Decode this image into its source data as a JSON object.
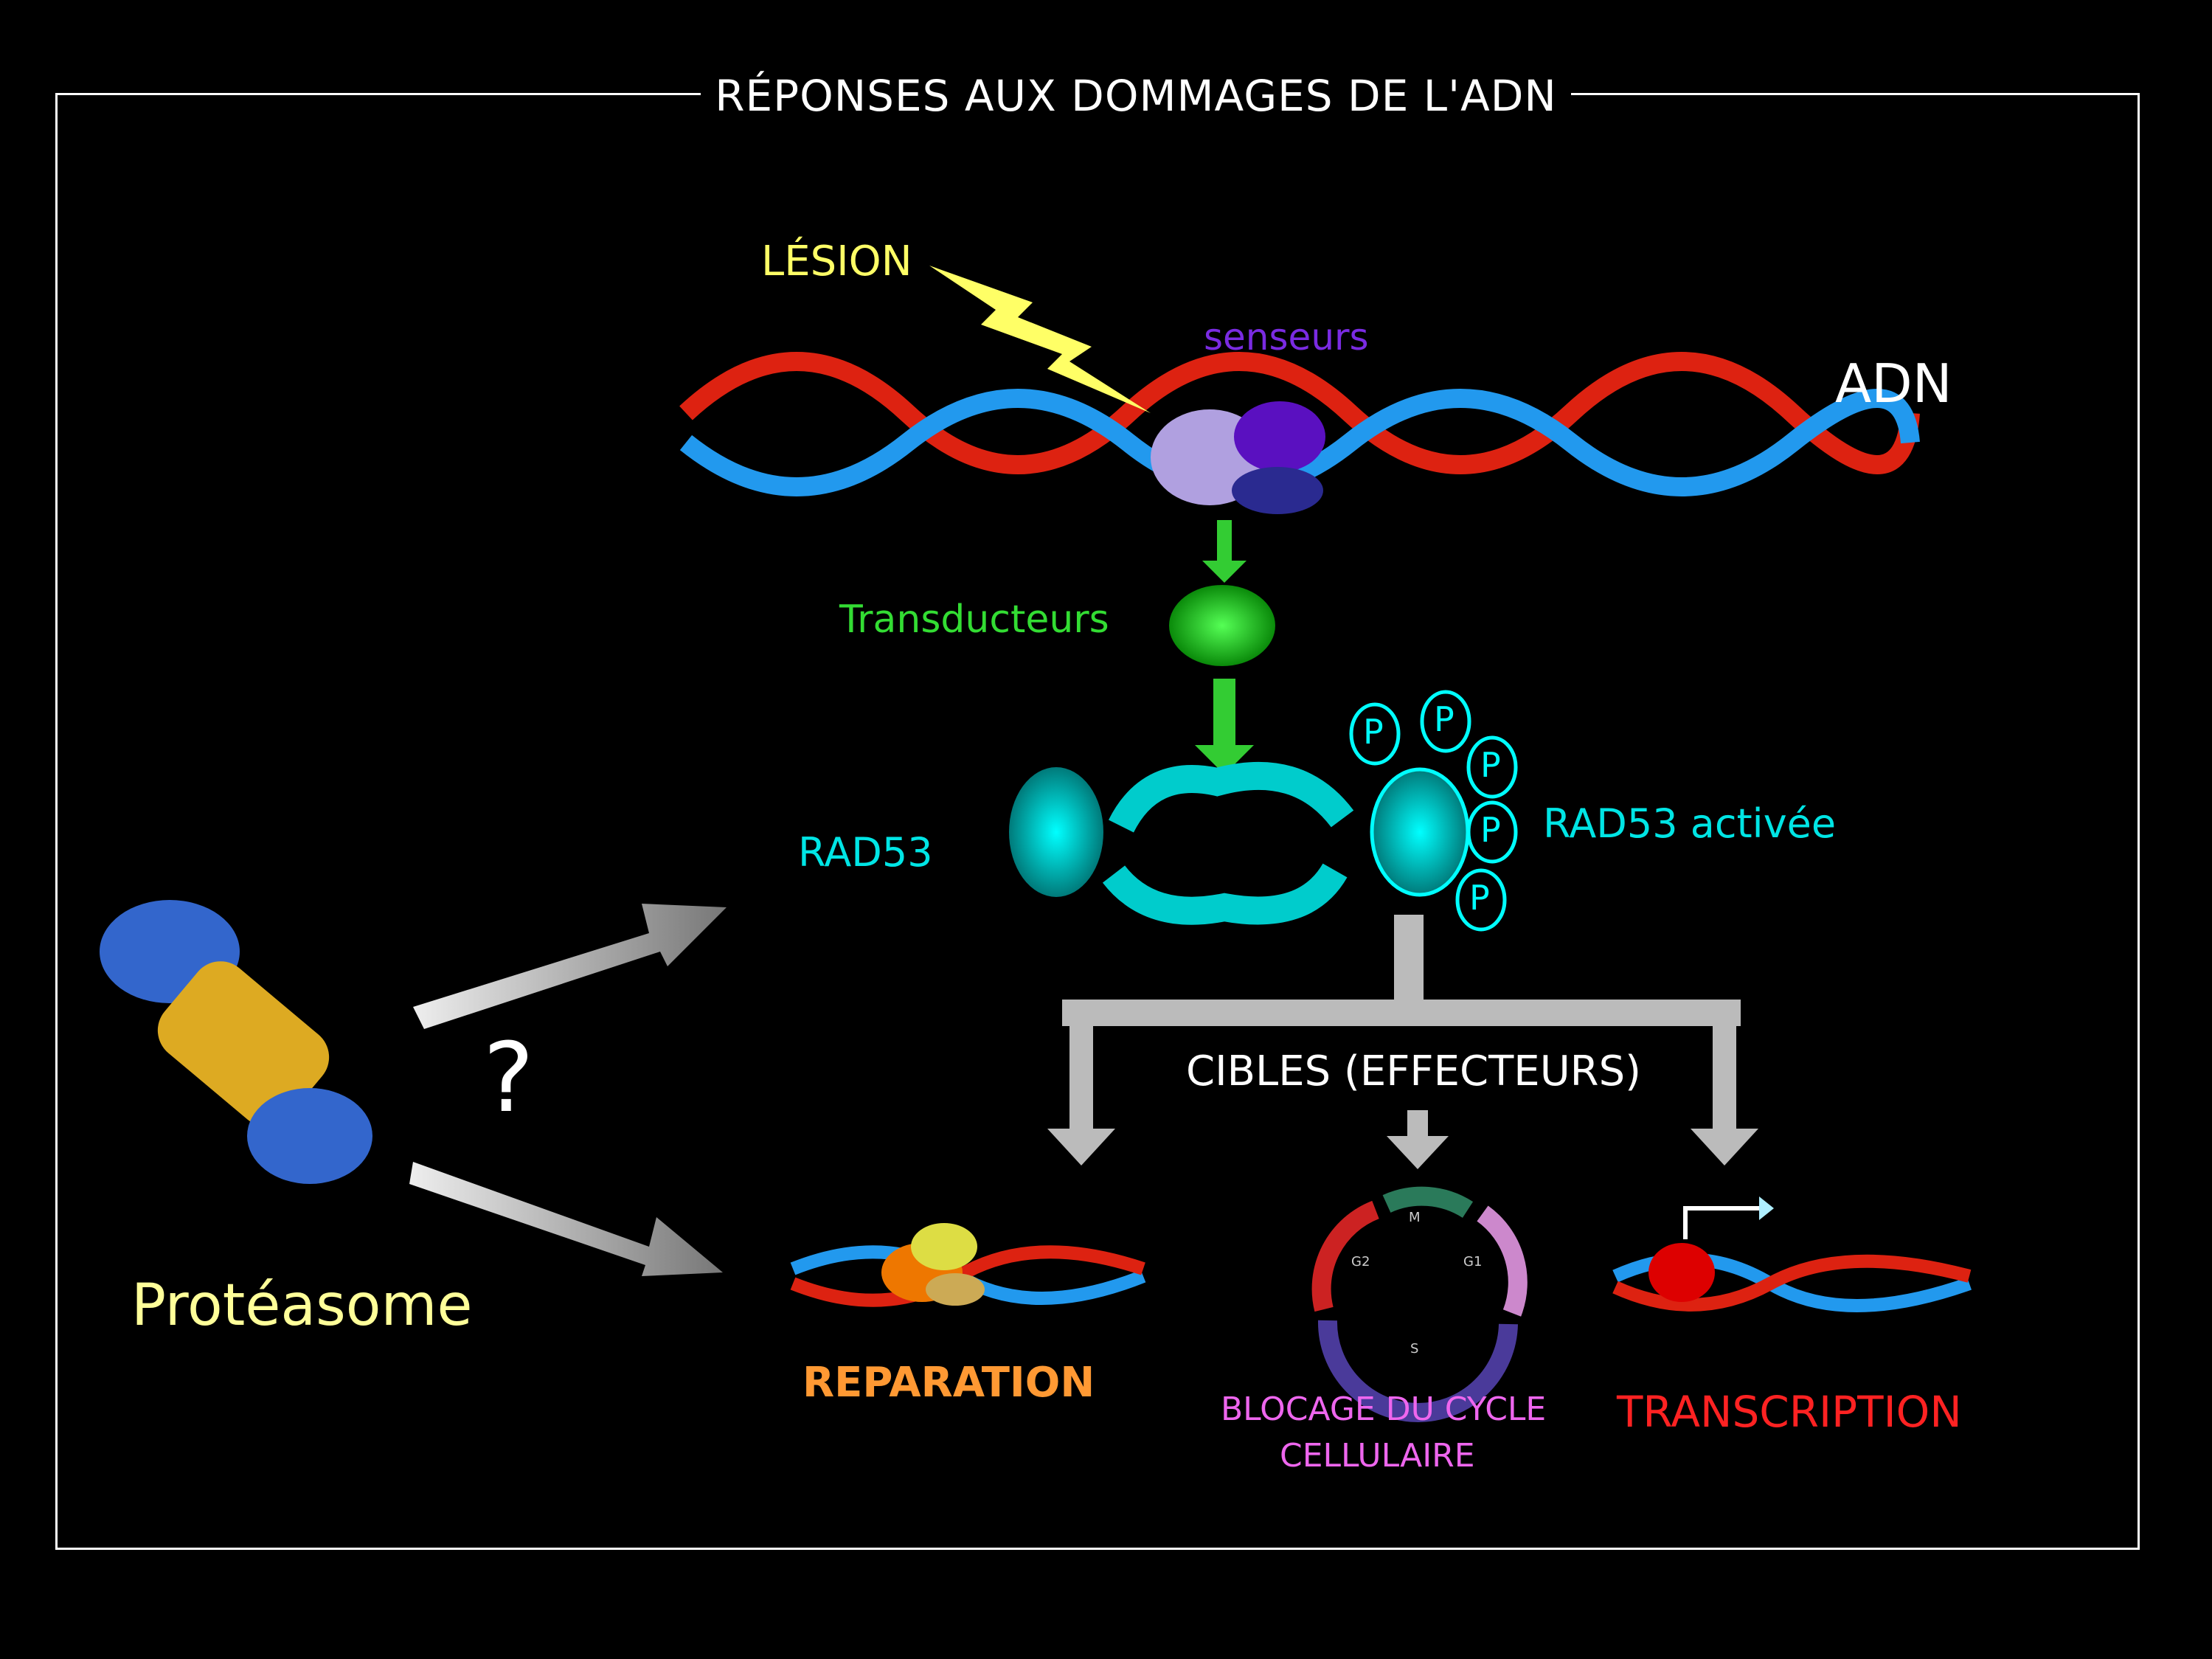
{
  "title": "RÉPONSES AUX DOMMAGES DE L'ADN",
  "labels": {
    "lesion": "LÉSION",
    "senseurs": "senseurs",
    "adn": "ADN",
    "transducteurs": "Transducteurs",
    "rad53": "RAD53",
    "rad53_active": "RAD53 activée",
    "phospho": "P",
    "cibles": "CIBLES (EFFECTEURS)",
    "question": "?",
    "proteasome": "Protéasome",
    "reparation": "REPARATION",
    "blocage_line1": "BLOCAGE DU CYCLE",
    "blocage_line2": "CELLULAIRE",
    "transcription": "TRANSCRIPTION"
  },
  "cell_cycle_phases": [
    "M",
    "G1",
    "S",
    "G2"
  ],
  "colors": {
    "lesion": "#ffff66",
    "senseurs": "#7a2be2",
    "transducteurs": "#33dd33",
    "rad53": "#00e5e5",
    "reparation": "#ff9933",
    "blocage": "#ee66ee",
    "transcription": "#ff2222",
    "proteasome": "#ffff99"
  }
}
